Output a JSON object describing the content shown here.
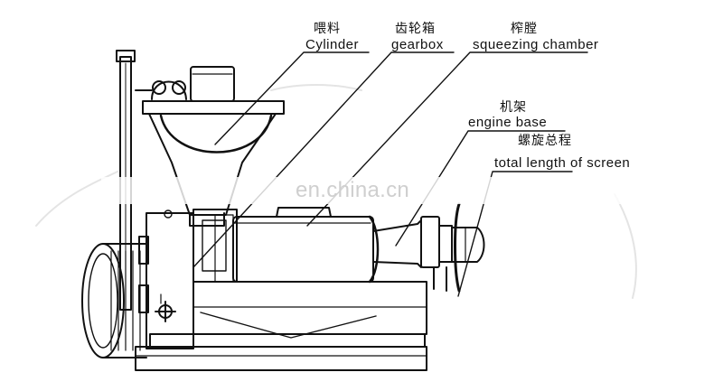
{
  "labels": {
    "cylinder": {
      "zh": "喂料",
      "en": "Cylinder"
    },
    "gearbox": {
      "zh": "齿轮箱",
      "en": "gearbox"
    },
    "chamber": {
      "zh": "榨膛",
      "en": "squeezing chamber"
    },
    "base": {
      "zh": "机架",
      "en": "engine base"
    },
    "screen": {
      "zh": "螺旋总程",
      "en": "total length of screen"
    }
  },
  "watermark": "en.china.cn"
}
